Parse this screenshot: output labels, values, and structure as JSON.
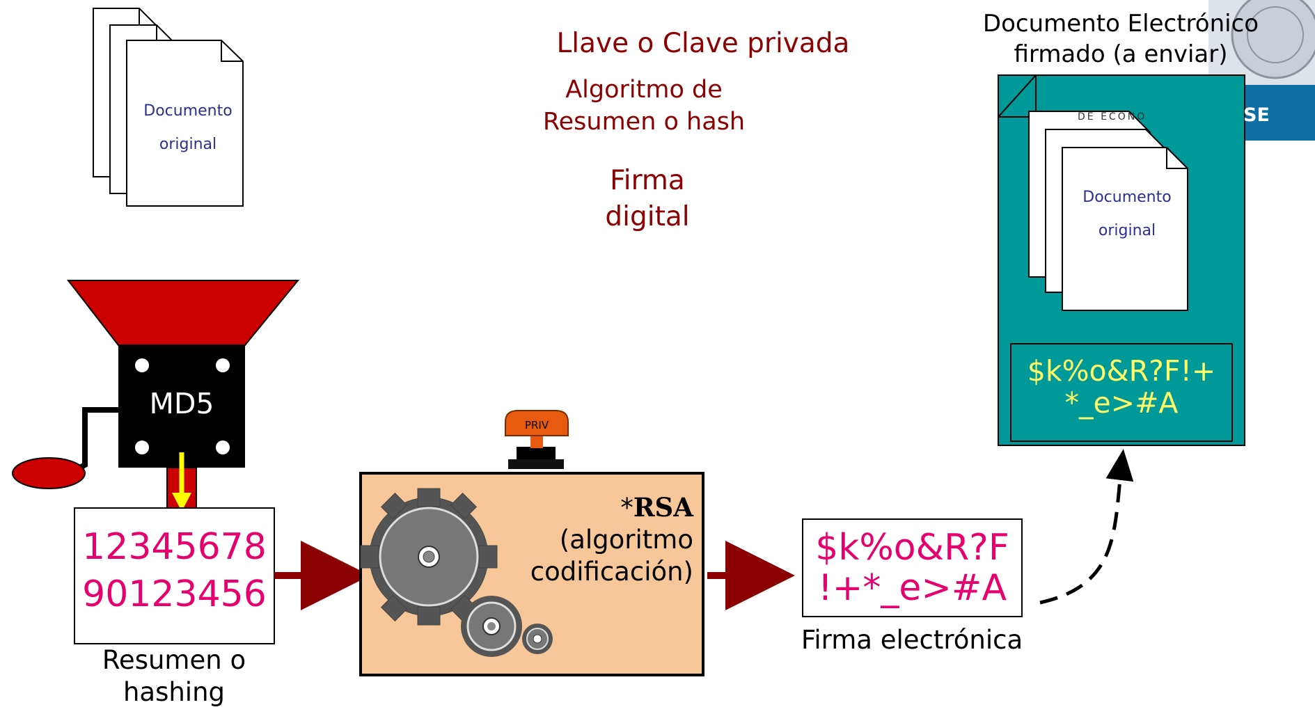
{
  "labels": {
    "private_key": "Llave o Clave privada",
    "hash_algorithm_line1": "Algoritmo de",
    "hash_algorithm_line2": "Resumen o hash",
    "digital_signature_line1": "Firma",
    "digital_signature_line2": "digital",
    "signed_doc_line1": "Documento Electrónico",
    "signed_doc_line2": "firmado (a enviar)",
    "doc_label_line1": "Documento",
    "doc_label_line2": "original",
    "hash_machine": "MD5",
    "hash_value_line1": "12345678",
    "hash_value_line2": "90123456",
    "hash_caption_line1": "Resumen o",
    "hash_caption_line2": "hashing",
    "key_tag": "PRIV",
    "rsa_star": "*",
    "rsa_name": "RSA",
    "rsa_desc_line1": "(algoritmo",
    "rsa_desc_line2": "codificación)",
    "signature_value_line1": "$k%o&R?F",
    "signature_value_line2": "!+*_e>#A",
    "signature_caption": "Firma electrónica",
    "embedded_signature_line1": "$k%o&R?F!+",
    "embedded_signature_line2": "*_e>#A",
    "logo_text": "SE",
    "embedded_doc_header": "DE ECONO"
  },
  "colors": {
    "dark_red": "#8b0000",
    "magenta": "#e6006e",
    "teal": "#009999",
    "doc_blue": "#2e2e8f",
    "machine_red": "#cc0000",
    "rsa_box": "#f7c79a",
    "yellow": "#ffff00",
    "key_orange": "#e85a10"
  }
}
